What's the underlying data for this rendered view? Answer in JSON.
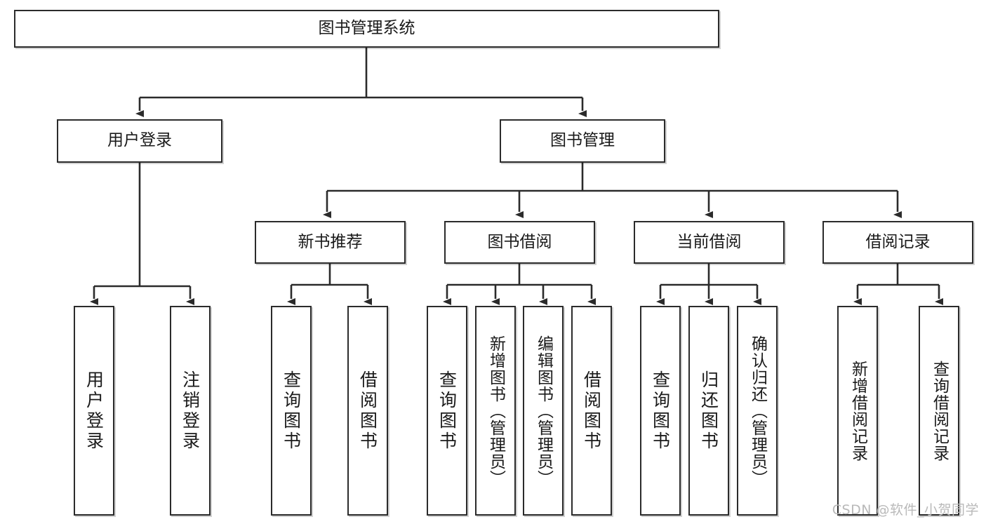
{
  "diagram": {
    "title": "图书管理系统",
    "type": "tree",
    "watermark": "CSDN @软件_小贺同学",
    "colors": {
      "box_border": "#2b2b2b",
      "box_fill": "#ffffff",
      "connector": "#2b2b2b",
      "watermark": "#b9b9b9"
    },
    "nodes": {
      "root": {
        "label": "图书管理系统"
      },
      "level2": [
        {
          "id": "user-login",
          "label": "用户登录"
        },
        {
          "id": "book-manage",
          "label": "图书管理"
        }
      ],
      "level3": [
        {
          "id": "new-book-recommend",
          "label": "新书推荐"
        },
        {
          "id": "book-borrow",
          "label": "图书借阅"
        },
        {
          "id": "current-borrow",
          "label": "当前借阅"
        },
        {
          "id": "borrow-record",
          "label": "借阅记录"
        }
      ],
      "leaves": {
        "user_login": [
          {
            "id": "leaf-user-login",
            "label": "用户登录"
          },
          {
            "id": "leaf-user-logout",
            "label": "注销登录"
          }
        ],
        "new_book_recommend": [
          {
            "id": "leaf-query-book-1",
            "label": "查询图书"
          },
          {
            "id": "leaf-borrow-book-1",
            "label": "借阅图书"
          }
        ],
        "book_borrow": [
          {
            "id": "leaf-query-book-2",
            "label": "查询图书"
          },
          {
            "id": "leaf-add-book",
            "label": "新增图书（管理员）"
          },
          {
            "id": "leaf-edit-book",
            "label": "编辑图书（管理员）"
          },
          {
            "id": "leaf-borrow-book-2",
            "label": "借阅图书"
          }
        ],
        "current_borrow": [
          {
            "id": "leaf-query-book-3",
            "label": "查询图书"
          },
          {
            "id": "leaf-return-book",
            "label": "归还图书"
          },
          {
            "id": "leaf-confirm-return",
            "label": "确认归还（管理员）"
          }
        ],
        "borrow_record": [
          {
            "id": "leaf-add-record",
            "label": "新增借阅记录"
          },
          {
            "id": "leaf-query-record",
            "label": "查询借阅记录"
          }
        ]
      }
    }
  }
}
